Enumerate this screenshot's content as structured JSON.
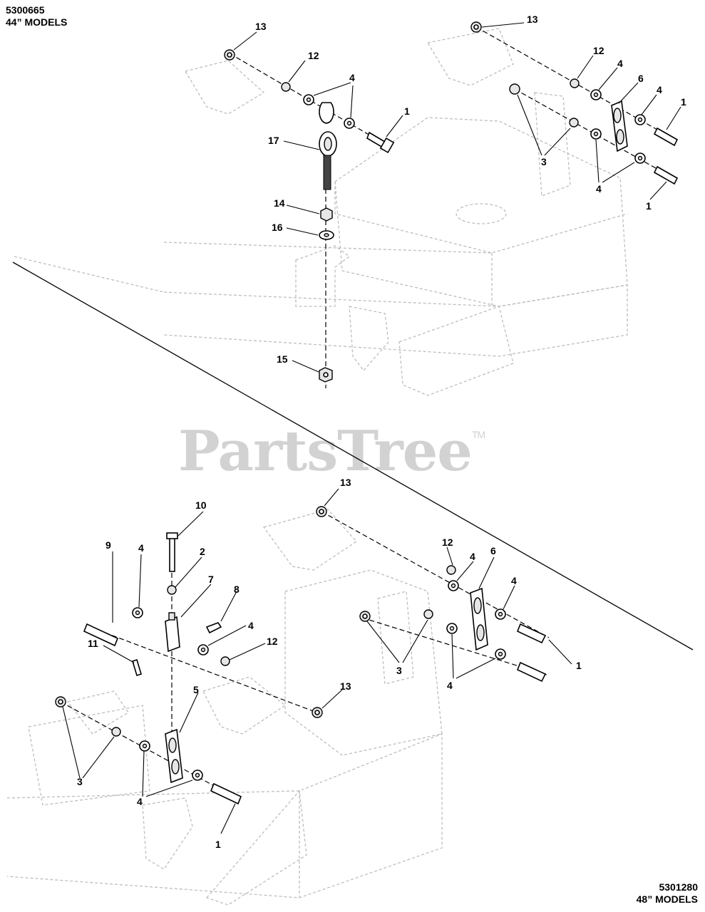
{
  "headers": {
    "top_left": {
      "part_number": "5300665",
      "models": "44” MODELS"
    },
    "bottom_right": {
      "part_number": "5301280",
      "models": "48” MODELS"
    }
  },
  "watermark": {
    "text": "PartsTree",
    "trademark": "TM"
  },
  "callouts": {
    "c1": "1",
    "c2": "2",
    "c3": "3",
    "c4": "4",
    "c5": "5",
    "c6": "6",
    "c7": "7",
    "c8": "8",
    "c9": "9",
    "c10": "10",
    "c11": "11",
    "c12": "12",
    "c13": "13",
    "c14": "14",
    "c15": "15",
    "c16": "16",
    "c17": "17"
  }
}
